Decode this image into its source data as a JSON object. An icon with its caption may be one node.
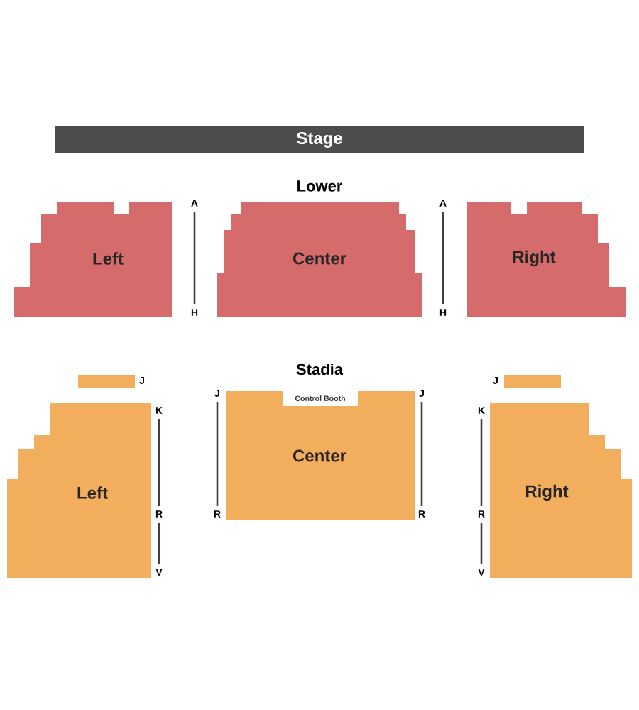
{
  "diagram": {
    "nodes": [
      {
        "text": [
          "Stage"
        ]
      },
      {
        "text": [
          "Left"
        ]
      },
      {
        "text": [
          "Center"
        ]
      },
      {
        "text": [
          "Right"
        ]
      },
      {
        "text": [],
        "shape": "bar"
      },
      {
        "text": [
          "Left"
        ]
      },
      {
        "text": [
          "Center"
        ]
      },
      {
        "text": [
          "Control Booth"
        ],
        "in": 6
      },
      {
        "text": [
          "Right"
        ]
      },
      {
        "text": [],
        "shape": "bar"
      }
    ],
    "labels": [
      "Lower",
      "A",
      "A",
      "H",
      "H",
      "Stadia",
      "J",
      "J",
      "J",
      "J",
      "K",
      "K",
      "R",
      "R",
      "R",
      "R",
      "V",
      "V"
    ]
  }
}
